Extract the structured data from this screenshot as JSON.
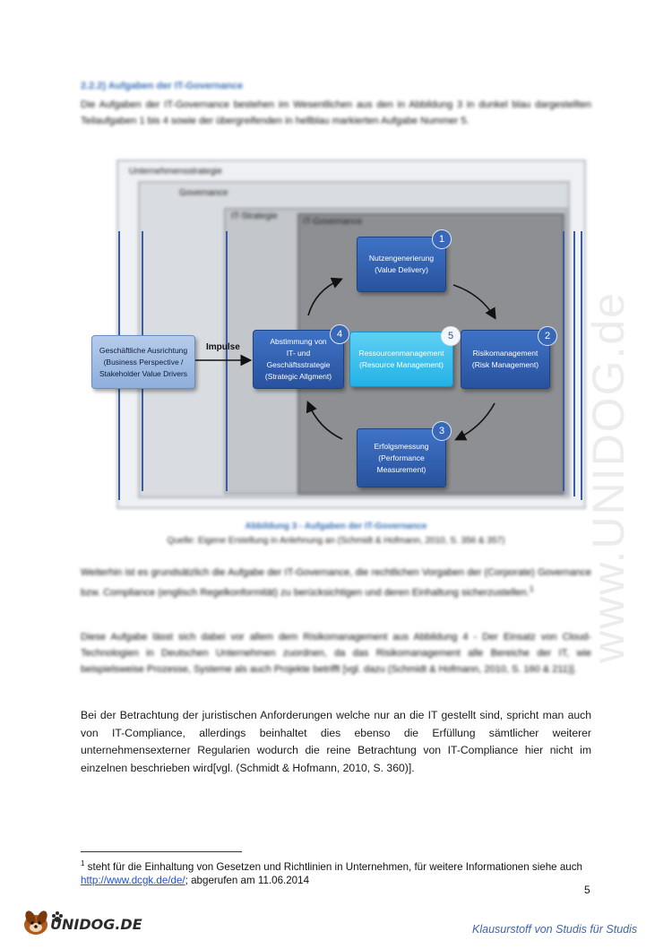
{
  "heading": "2.2.2) Aufgaben der IT-Governance",
  "intro": "Die Aufgaben der IT-Governance bestehen im Wesentlichen aus den in Abbildung 3 in dunkel blau dargestellten Teilaufgaben 1 bis 4 sowie der übergreifenden in hellblau markierten Aufgabe Nummer 5.",
  "diagram": {
    "frames": {
      "outer": "Unternehmensstrategie",
      "governance": "Governance",
      "it_strategy": "IT-Strategie",
      "it_governance": "IT-Governance"
    },
    "business": {
      "line1": "Geschäftliche Ausrichtung",
      "line2": "(Business Perspective /",
      "line3": "Stakeholder Value Drivers"
    },
    "impulse": "Impulse",
    "nodes": {
      "n1": {
        "number": "1",
        "line1": "Nutzengenerierung",
        "line2": "(Value Delivery)"
      },
      "n2": {
        "number": "2",
        "line1": "Risikomanagement",
        "line2": "(Risk Management)"
      },
      "n3": {
        "number": "3",
        "line1": "Erfolgsmessung",
        "line2": "(Performance",
        "line3": "Measurement)"
      },
      "n4": {
        "number": "4",
        "line1": "Abstimmung von",
        "line2": "IT- und",
        "line3": "Geschäftsstrategie",
        "line4": "(Strategic Allgment)"
      },
      "n5": {
        "number": "5",
        "line1": "Ressourcenmanagement",
        "line2": "(Resource Management)"
      }
    }
  },
  "caption_title": "Abbildung 3 - Aufgaben der IT-Governance",
  "caption_source": "Quelle: Eigene Erstellung in Anlehnung an (Schmidt & Hofmann, 2010, S. 356 & 357)",
  "para2": "Weiterhin ist es grundsätzlich die Aufgabe der IT-Governance, die rechtlichen Vorgaben der (Corporate) Governance bzw. Compliance (englisch Regelkonformität) zu berücksichtigen und deren Einhaltung sicherzustellen.",
  "para2_sup": "1",
  "para3": "Diese Aufgabe lässt sich dabei vor allem dem Risikomanagement aus Abbildung 4 - Der Einsatz von Cloud-Technologien in Deutschen Unternehmen zuordnen, da das Risikomanagement alle Bereiche der IT, wie beispielsweise Prozesse, Systeme als auch Projekte betrifft [vgl. dazu (Schmidt & Hofmann, 2010, S. 160 & 211)].",
  "para4": "Bei der Betrachtung der juristischen Anforderungen welche nur an die IT gestellt sind, spricht man auch von IT-Compliance, allerdings beinhaltet dies ebenso die Erfüllung sämtlicher weiterer unternehmensexterner Regularien wodurch die reine Betrachtung von IT-Compliance hier nicht im einzelnen beschrieben wird[vgl. (Schmidt & Hofmann, 2010, S. 360)].",
  "footnote": {
    "marker": "1",
    "text": " steht für die Einhaltung von Gesetzen und Richtlinien in Unternehmen, für weitere Informationen siehe auch ",
    "link": "http://www.dcgk.de/de/",
    "suffix": "; abgerufen am 11.06.2014"
  },
  "page_number": "5",
  "watermark": "www.UNIDOG.de",
  "logo_text": "UNIDOG.DE",
  "tagline": "Klausurstoff von Studis für Studis",
  "colors": {
    "heading": "#3a6fb5",
    "dark_box": "#2f5fae",
    "light_box": "#2ebbe9",
    "pale_box": "#a4bfe3",
    "tagline": "#4066a3"
  }
}
